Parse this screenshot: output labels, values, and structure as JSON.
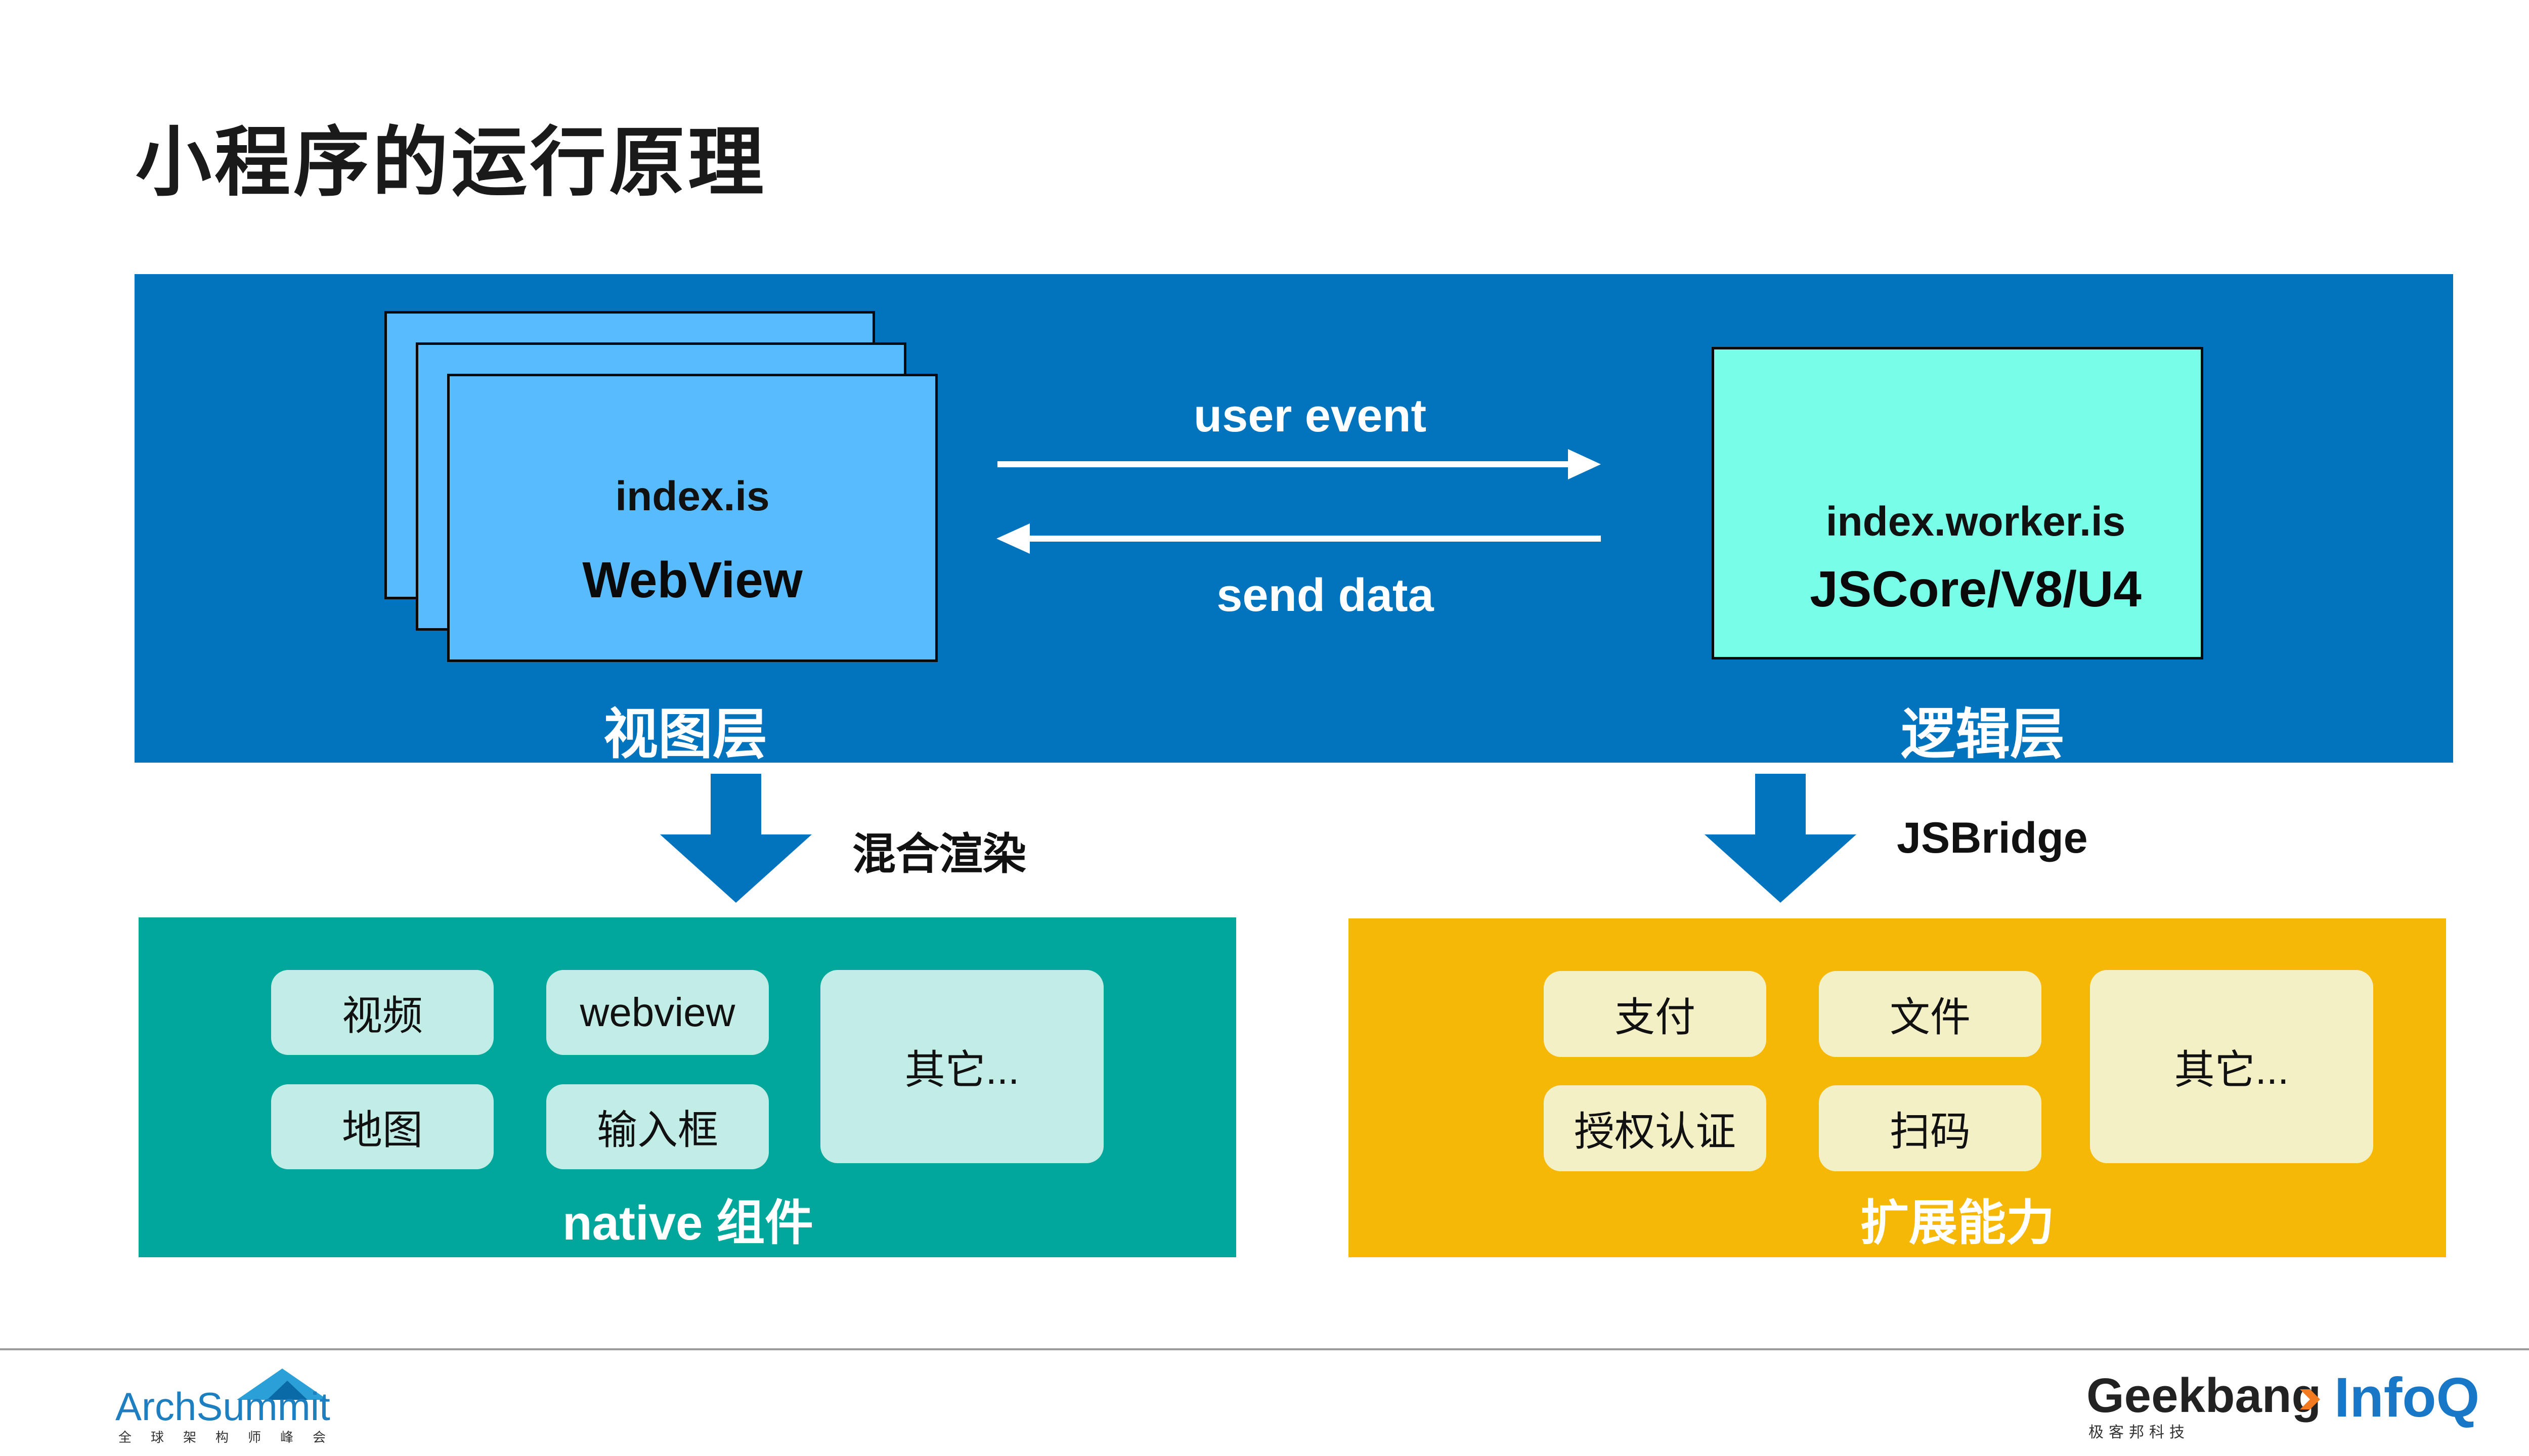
{
  "title": "小程序的运行原理",
  "view_layer": {
    "file": "index.is",
    "engine": "WebView",
    "label": "视图层"
  },
  "logic_layer": {
    "file": "index.worker.is",
    "engine": "JSCore/V8/U4",
    "label": "逻辑层"
  },
  "arrows": {
    "forward_label": "user event",
    "backward_label": "send data",
    "left_down_label": "混合渲染",
    "right_down_label": "JSBridge"
  },
  "native_panel": {
    "label": "native 组件",
    "chips": [
      "视频",
      "webview",
      "其它...",
      "地图",
      "输入框"
    ]
  },
  "ext_panel": {
    "label": "扩展能力",
    "chips": [
      "支付",
      "文件",
      "其它...",
      "授权认证",
      "扫码"
    ]
  },
  "footer": {
    "arch_logo": "ArchSummit",
    "arch_sub": "全球架构师峰会",
    "geek_logo": "Geekbang",
    "geek_sub": "极客邦科技",
    "infoq_logo": "InfoQ"
  },
  "colors": {
    "top_panel": "#0274bd",
    "webview": "#58bcfc",
    "worker": "#78fde9",
    "native_panel": "#02a79c",
    "ext_panel": "#f6b807"
  }
}
